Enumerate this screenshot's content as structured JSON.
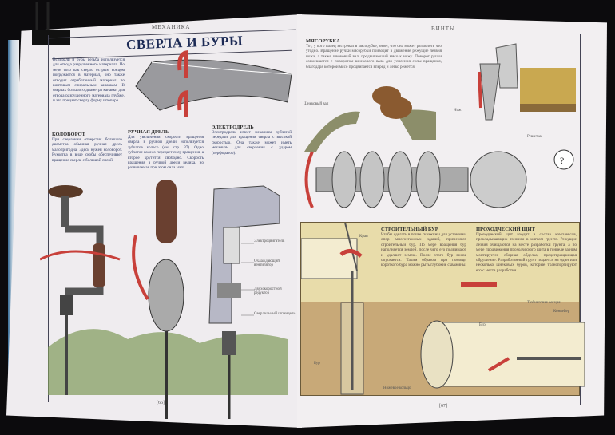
{
  "left_page": {
    "header": "МЕХАНИКА",
    "title": "СВЕРЛА И БУРЫ",
    "intro": "Вспирали и буры резьба используется для отвода разрушенного материала. По мере того как сверло острым концом погружается в материал, оно также отводит отработанный материал по винтовым спиральным канавкам. В сверлах большого диаметра канавки для отвода разрушенного материала глубже, и это придает сверлу форму штопора.",
    "sections": [
      {
        "heading": "Коловорот",
        "text": "При сверлении отверстия большого диаметра обычная ручная дрель малопригодна. Здесь нужен коловорот. Рукоятка в виде скобы обеспечивает вращение сверла с большой силой."
      },
      {
        "heading": "Ручная дрель",
        "text": "Для увеличения скорости вращения сверла в ручной дрели используется зубчатое колесо (см. стр. 37). Одно зубчатое колесо передает силу вращения, а второе крутится свободно. Скорость вращения в ручной дрели велика, но развиваемая при этом сила мала."
      },
      {
        "heading": "Электродрель",
        "text": "Электродрель имеет механизм зубчатой передачи для вращения сверла с высокой скоростью. Она также может иметь механизм для сверления с ударом (перфоратор)."
      }
    ],
    "labels": [
      "Электродвигатель",
      "Охлаждающий вентилятор",
      "Двухскоростной редуктор",
      "Сверлильный шпиндель"
    ],
    "page_number": "[66]"
  },
  "right_page": {
    "header": "ВИНТЫ",
    "meat_grinder": {
      "heading": "Мясорубка",
      "text": "Тот, у кого палец застревал в мясорубке, знает, что она может размолоть что угодно. Вращение ручки мясорубки приводит в движение режущие лезвия ножа, а также шнековый вал, продвигающий мясо к ножу. Поворот ручки совмещается с поворотом шнекового вала для усиления силы вращения, благодаря которой мясо продвигается вперед и легко режется."
    },
    "grinder_labels": [
      "Шнековый вал",
      "Нож",
      "Решетка"
    ],
    "construction_drill": {
      "heading": "Строительный бур",
      "text": "Чтобы сделать в почве скважины для установки опор многоэтажных зданий, применяют строительный бур. По мере вращения бур наполняется землей, после чего его поднимают и удаляют землю. После этого бур вновь опускается. Таким образом при помощи короткого бура можно рыть глубокие скважины."
    },
    "tunnel_shield": {
      "heading": "Проходческий щит",
      "text": "Проходческий щит входит в состав комплексов, прокладывающих тоннели в мягком грунте. Режущие лезвия очищаются на месте разработки грунта, а по мере продвижения проходческого щита в тоннеле за ним монтируется сборная обделка, предотвращающая обрушение. Разработанный грунт подается на один или несколько шнековых буров, которые транспортируют его с места разработки."
    },
    "tunnel_labels": [
      "Кран",
      "Бур",
      "Бур",
      "Ножевое кольцо",
      "Тюбинговая секция",
      "Конвейер"
    ],
    "page_number": "[67]"
  },
  "colors": {
    "arrow": "#c8403a",
    "tan": "#e8dcaa",
    "ink": "#1c2a55"
  }
}
